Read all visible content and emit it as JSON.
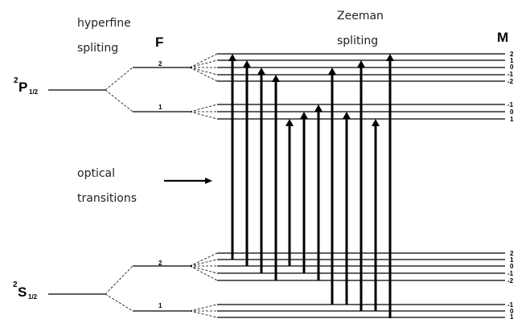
{
  "labels": {
    "hyperfine_line1": "hyperfine",
    "hyperfine_line2": "spliting",
    "zeeman_line1": "Zeeman",
    "zeeman_line2": "spliting",
    "f_header": "F",
    "m_header": "M",
    "optical_line1": "optical",
    "optical_line2": "transitions"
  },
  "states": {
    "p_term": {
      "superscript": "2",
      "letter": "P",
      "subscript": "1/2"
    },
    "s_term": {
      "superscript": "2",
      "letter": "S",
      "subscript": "1/2"
    }
  },
  "hyperfine_levels": {
    "p_upper_F": "2",
    "p_lower_F": "1",
    "s_upper_F": "2",
    "s_lower_F": "1"
  },
  "zeeman_m": {
    "p_f2": [
      "2",
      "1",
      "0",
      "-1",
      "-2"
    ],
    "p_f1": [
      "-1",
      "0",
      "1"
    ],
    "s_f2": [
      "2",
      "1",
      "0",
      "-1",
      "-2"
    ],
    "s_f1": [
      "-1",
      "0",
      "1"
    ]
  },
  "colors": {
    "line": "#000000",
    "text": "#222222",
    "background": "#ffffff"
  },
  "transitions_count": 12
}
